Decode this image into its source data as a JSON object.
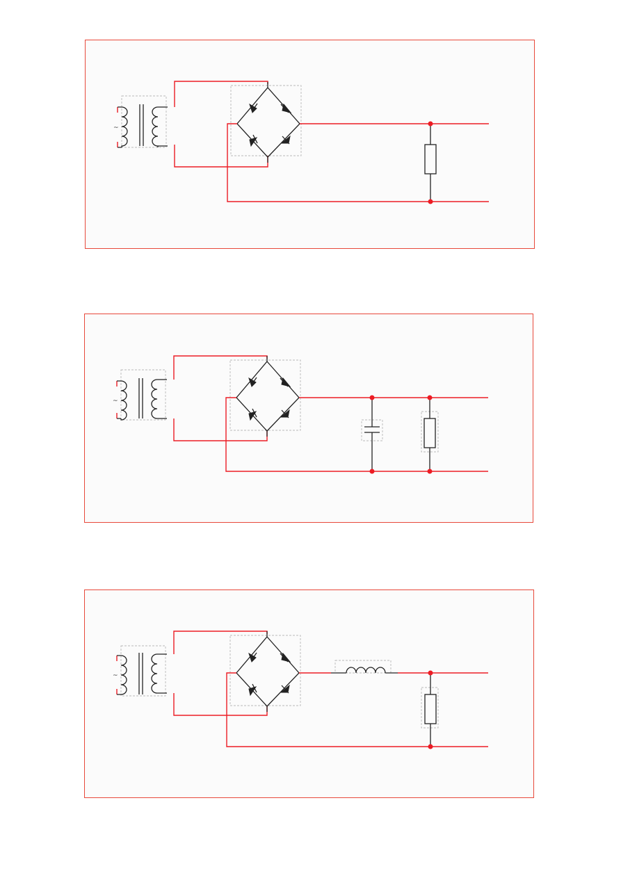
{
  "panels": [
    {
      "id": "panel-1",
      "variant": "bridge-resistor",
      "components": [
        "transformer",
        "bridge-rectifier",
        "resistor"
      ],
      "source_symbol": "~"
    },
    {
      "id": "panel-2",
      "variant": "bridge-capacitor-resistor",
      "components": [
        "transformer",
        "bridge-rectifier",
        "capacitor",
        "resistor"
      ],
      "source_symbol": "~"
    },
    {
      "id": "panel-3",
      "variant": "bridge-inductor-resistor",
      "components": [
        "transformer",
        "bridge-rectifier",
        "inductor",
        "resistor"
      ],
      "source_symbol": "~"
    }
  ],
  "colors": {
    "wire": "#ec1c24",
    "border": "#e8483a",
    "component": "#222222",
    "dashed_outline": "#b8b8b8",
    "panel_background": "#fbfbfb"
  }
}
